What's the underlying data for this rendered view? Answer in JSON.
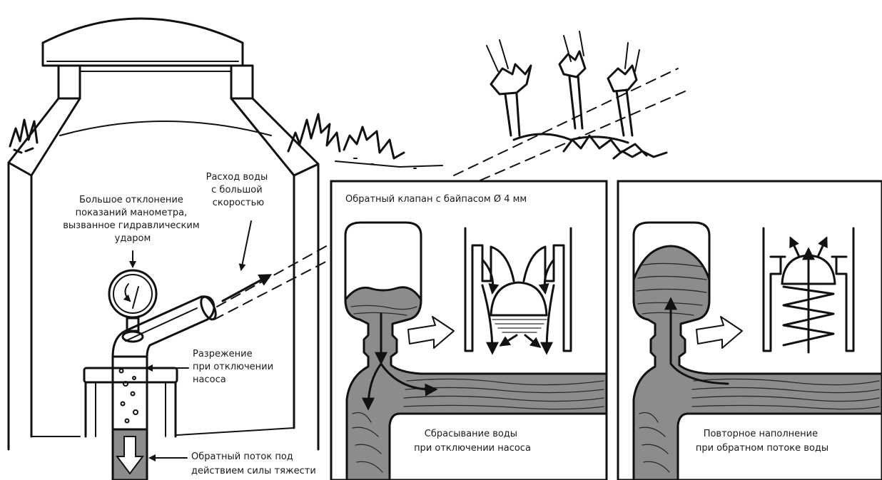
{
  "left_scene": {
    "gauge_label": [
      "Большое отклонение",
      "показаний манометра,",
      "вызванное гидравлическим",
      "ударом"
    ],
    "flow_label": [
      "Расход воды",
      "с большой",
      "скоростью"
    ],
    "vacuum_label": [
      "Разрежение",
      "при отключении",
      "насоса"
    ],
    "backflow_label": [
      "Обратный поток под",
      "действием силы тяжести"
    ]
  },
  "panel_one": {
    "title": "Обратный клапан с байпасом Ø 4 мм",
    "caption": [
      "Сбрасывание воды",
      "при отключении насоса"
    ]
  },
  "panel_two": {
    "caption": [
      "Повторное наполнение",
      "при обратном потоке воды"
    ]
  }
}
